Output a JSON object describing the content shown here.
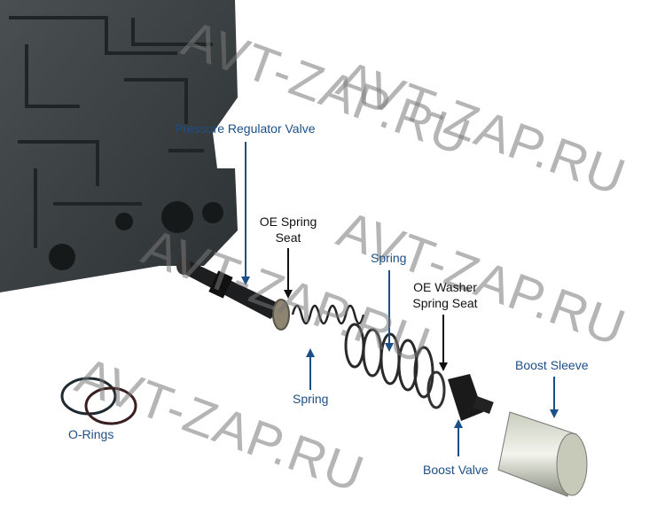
{
  "labels": {
    "pressure_regulator_valve": "Pressure Regulator Valve",
    "oe_spring_seat_1": "OE Spring",
    "oe_spring_seat_2": "Seat",
    "spring_upper": "Spring",
    "oe_washer_1": "OE Washer",
    "oe_washer_2": "Spring Seat",
    "spring_lower": "Spring",
    "boost_sleeve": "Boost Sleeve",
    "boost_valve": "Boost Valve",
    "o_rings": "O-Rings"
  },
  "watermark": "AVT-ZAP.RU",
  "colors": {
    "label_blue": "#1c4f86",
    "label_black": "#111111"
  }
}
